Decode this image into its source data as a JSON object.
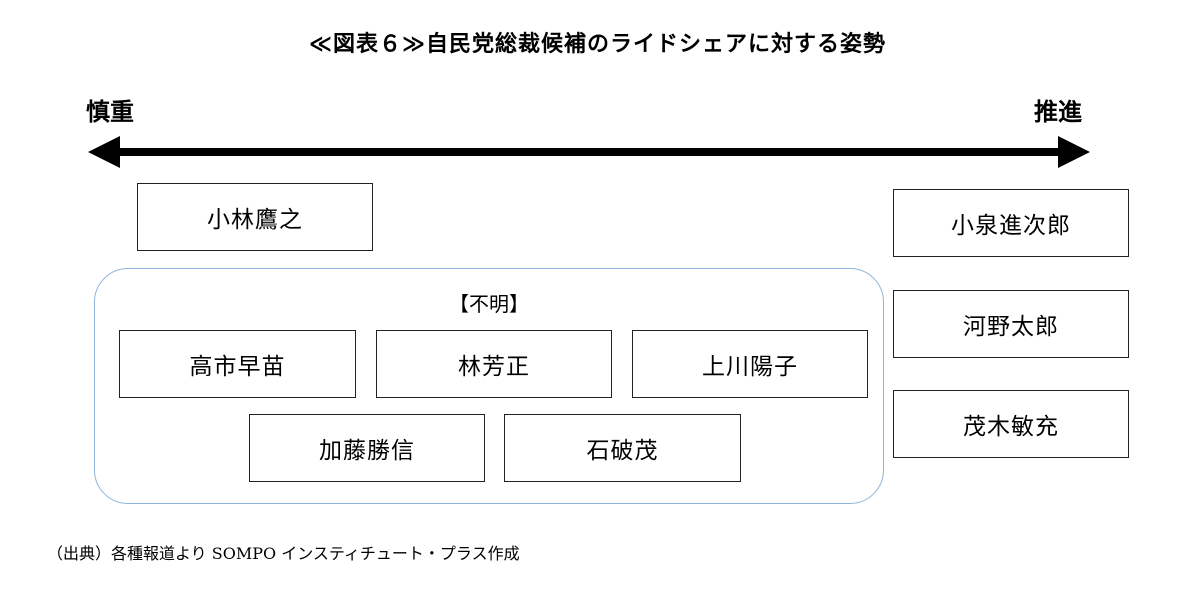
{
  "title": "≪図表６≫自民党総裁候補のライドシェアに対する姿勢",
  "axis": {
    "left_label": "慎重",
    "right_label": "推進"
  },
  "cautious_side": {
    "candidates": [
      "小林鷹之"
    ]
  },
  "unclear_group": {
    "label": "【不明】",
    "row1": [
      "高市早苗",
      "林芳正",
      "上川陽子"
    ],
    "row2": [
      "加藤勝信",
      "石破茂"
    ]
  },
  "promote_side": {
    "candidates": [
      "小泉進次郎",
      "河野太郎",
      "茂木敏充"
    ]
  },
  "source": "（出典）各種報道より SOMPO インスティチュート・プラス作成"
}
